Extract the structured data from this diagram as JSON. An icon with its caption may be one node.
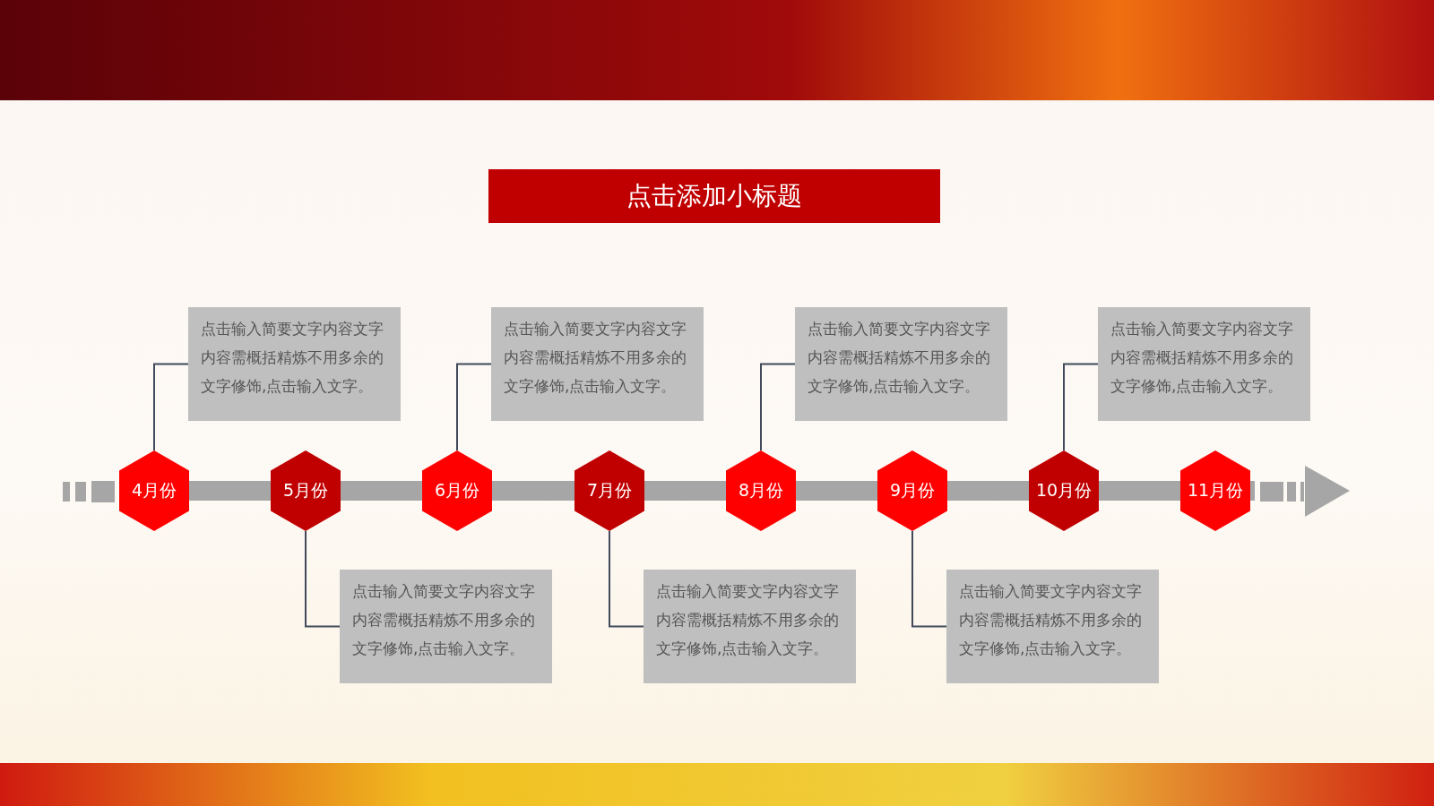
{
  "diagram": {
    "nodes": [
      {
        "text": [
          "点击添加小标题"
        ]
      },
      {
        "text": [
          "4月份"
        ]
      },
      {
        "text": [
          "5月份"
        ]
      },
      {
        "text": [
          "6月份"
        ]
      },
      {
        "text": [
          "7月份"
        ]
      },
      {
        "text": [
          "8月份"
        ]
      },
      {
        "text": [
          "9月份"
        ]
      },
      {
        "text": [
          "10月份"
        ]
      },
      {
        "text": [
          "11月份"
        ]
      },
      {
        "text": [
          "点击输入简要文字内容文字内容需概括精炼不用多余的文字修饰,点击输入文字。"
        ]
      },
      {
        "text": [
          "点击输入简要文字内容文字内容需概括精炼不用多余的文字修饰,点击输入文字。"
        ]
      },
      {
        "text": [
          "点击输入简要文字内容文字内容需概括精炼不用多余的文字修饰,点击输入文字。"
        ]
      },
      {
        "text": [
          "点击输入简要文字内容文字内容需概括精炼不用多余的文字修饰,点击输入文字。"
        ]
      },
      {
        "text": [
          "点击输入简要文字内容文字内容需概括精炼不用多余的文字修饰,点击输入文字。"
        ]
      },
      {
        "text": [
          "点击输入简要文字内容文字内容需概括精炼不用多余的文字修饰,点击输入文字。"
        ]
      },
      {
        "text": [
          "点击输入简要文字内容文字内容需概括精炼不用多余的文字修饰,点击输入文字。"
        ]
      }
    ],
    "edges": [
      {
        "from": 1,
        "to": 9,
        "arrow": "none"
      },
      {
        "from": 2,
        "to": 10,
        "arrow": "none"
      },
      {
        "from": 3,
        "to": 11,
        "arrow": "none"
      },
      {
        "from": 4,
        "to": 12,
        "arrow": "none"
      },
      {
        "from": 5,
        "to": 13,
        "arrow": "none"
      },
      {
        "from": 6,
        "to": 14,
        "arrow": "none"
      },
      {
        "from": 7,
        "to": 15,
        "arrow": "none"
      }
    ]
  }
}
